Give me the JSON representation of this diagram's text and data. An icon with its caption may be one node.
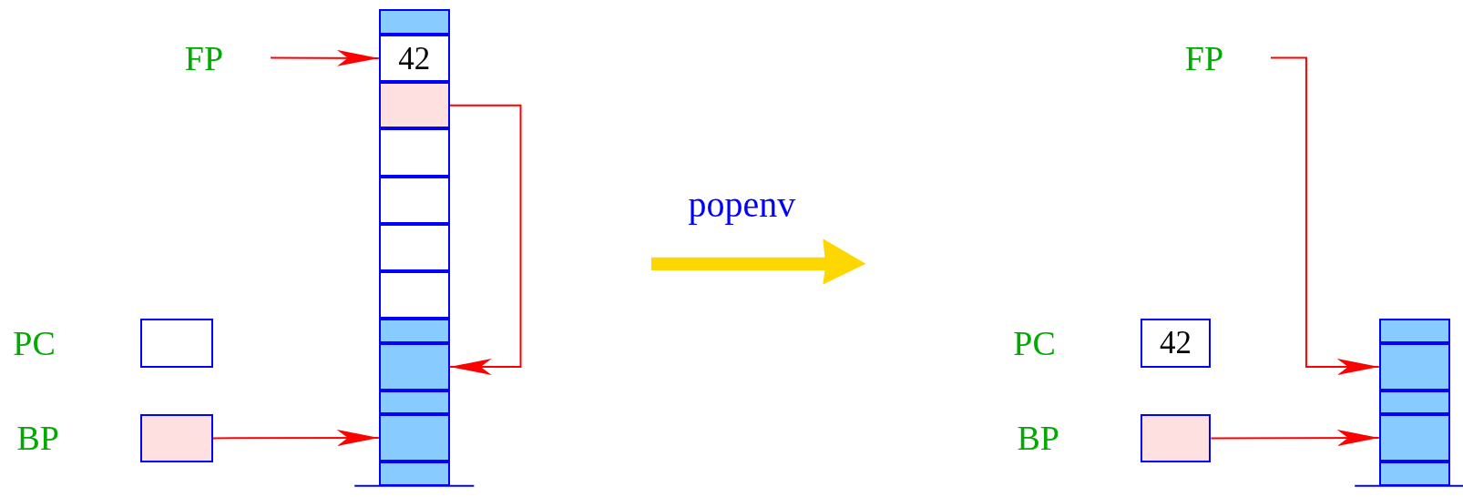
{
  "diagram": {
    "nodes": [
      {
        "text": [
          "FP"
        ]
      },
      {
        "text": [],
        "shape": "box"
      },
      {
        "text": [
          "42"
        ]
      },
      {
        "text": [],
        "shape": "box"
      },
      {
        "text": [],
        "shape": "box"
      },
      {
        "text": [],
        "shape": "box"
      },
      {
        "text": [],
        "shape": "box"
      },
      {
        "text": [],
        "shape": "box"
      },
      {
        "text": [],
        "shape": "box"
      },
      {
        "text": [],
        "shape": "box"
      },
      {
        "text": [],
        "shape": "box"
      },
      {
        "text": [],
        "shape": "box"
      },
      {
        "text": [],
        "shape": "box"
      },
      {
        "text": [],
        "shape": "box",
        "beside": [
          "PC"
        ]
      },
      {
        "text": [],
        "shape": "box",
        "beside": [
          "BP"
        ]
      },
      {
        "text": [
          "FP"
        ]
      },
      {
        "text": [
          "42"
        ],
        "beside": [
          "PC"
        ]
      },
      {
        "text": [],
        "shape": "box",
        "beside": [
          "BP"
        ]
      },
      {
        "text": [],
        "shape": "box"
      },
      {
        "text": [],
        "shape": "box"
      },
      {
        "text": [],
        "shape": "box"
      },
      {
        "text": [],
        "shape": "box"
      },
      {
        "text": [],
        "shape": "box"
      }
    ],
    "edges": [
      {
        "from": 0,
        "to": 2,
        "arrow": "to"
      },
      {
        "from": 3,
        "to": 9,
        "arrow": "to"
      },
      {
        "from": 14,
        "to": 11,
        "arrow": "to"
      },
      {
        "from": 15,
        "to": 19,
        "arrow": "to"
      },
      {
        "from": 17,
        "to": 21,
        "arrow": "to"
      }
    ],
    "labels": [
      "popenv"
    ]
  }
}
